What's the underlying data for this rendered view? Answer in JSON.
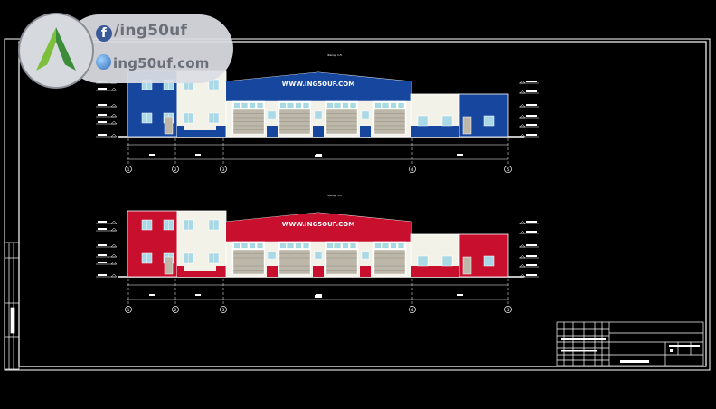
{
  "drawing": {
    "colors": {
      "background": "#000000",
      "line": "#ffffff",
      "blue": "#17469e",
      "red": "#c8102e",
      "cream": "#f3f2e9",
      "window": "#a9d8e6",
      "door": "#bdb7aa"
    },
    "elevation_top": {
      "title": "Фасад 1-5",
      "banner": "WWW.ING5OUF.COM",
      "accent": "blue",
      "axes": [
        "1",
        "2",
        "3",
        "4",
        "5"
      ]
    },
    "elevation_bottom": {
      "title": "Фасад 5-1",
      "banner": "WWW.ING5OUF.COM",
      "accent": "red",
      "axes": [
        "1",
        "2",
        "3",
        "4",
        "5"
      ]
    }
  },
  "watermark": {
    "facebook": "/ing50uf",
    "website": "ing50uf.com",
    "logo_icon": "triangle-logo-icon",
    "facebook_icon": "facebook-icon",
    "web_icon": "globe-icon"
  }
}
